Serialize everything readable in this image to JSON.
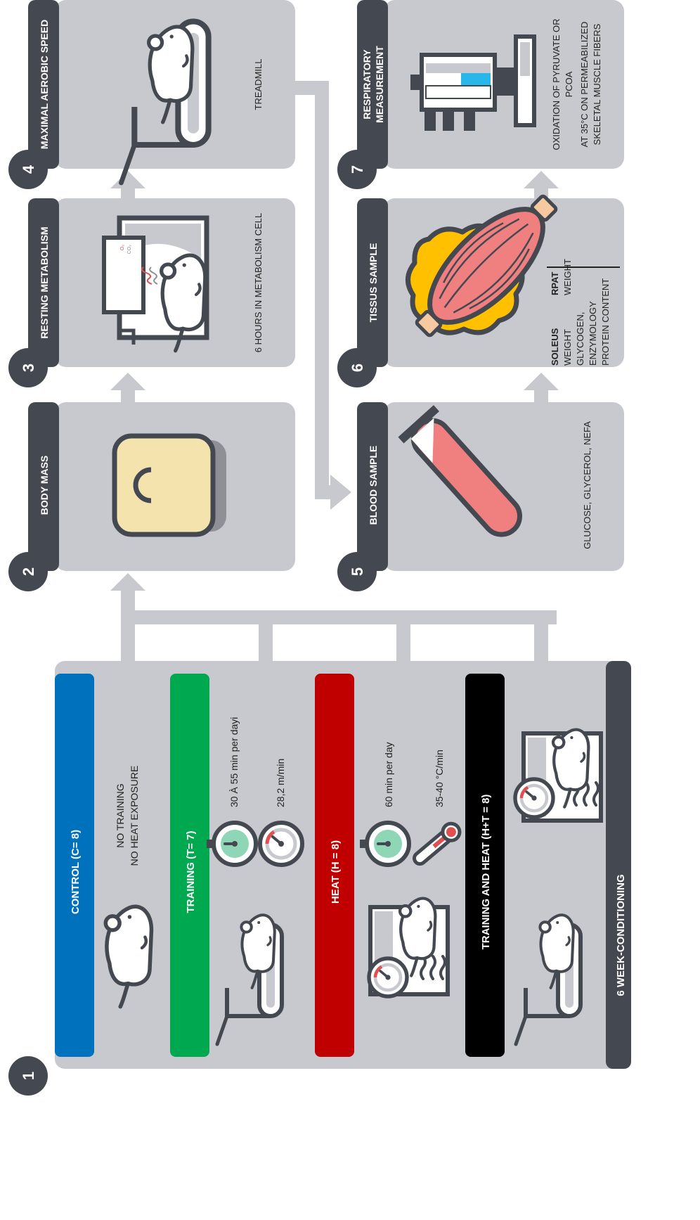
{
  "steps": {
    "s1": {
      "number": "1",
      "title": "6 WEEK-CONDITIONING"
    },
    "s2": {
      "number": "2",
      "title": "BODY MASS"
    },
    "s3": {
      "number": "3",
      "title": "RESTING METABOLISM",
      "caption": "6 HOURS IN METABOLISM CELL",
      "o2": "O₂",
      "co2": "CO₂"
    },
    "s4": {
      "number": "4",
      "title": "MAXIMAL AEROBIC SPEED",
      "caption": "TREADMILL"
    },
    "s5": {
      "number": "5",
      "title": "BLOOD SAMPLE",
      "caption": "GLUCOSE, GLYCEROL, NEFA"
    },
    "s6": {
      "number": "6",
      "title": "TISSUS SAMPLE",
      "soleus_title": "SOLEUS",
      "soleus_lines": [
        "WEIGHT",
        "GLYCOGEN,",
        "ENZYMOLOGY",
        "PROTEIN CONTENT"
      ],
      "rpat_title": "RPAT",
      "rpat_lines": [
        "WEIGHT"
      ]
    },
    "s7": {
      "number": "7",
      "title_lines": [
        "RESPIRATORY",
        "MEASUREMENT"
      ],
      "caption_lines": [
        "OXIDATION OF PYRUVATE OR",
        "PCOA",
        "AT 35°C ON PERMEABILIZED",
        "SKELETAL MUSCLE FIBERS"
      ]
    }
  },
  "groups": {
    "control": {
      "label": "CONTROL (C= 8)",
      "lines": [
        "NO TRAINING",
        "NO HEAT EXPOSURE"
      ],
      "color": "#0071BC"
    },
    "training": {
      "label": "TRAINING (T= 7)",
      "line1": "30 À 55 min per dayi",
      "line2": "28,2 m/min",
      "color": "#00A94F"
    },
    "heat": {
      "label": "HEAT (H = 8)",
      "line1": "60 min per day",
      "line2": "35-40 °C/min",
      "color": "#C00000"
    },
    "both": {
      "label": "TRAINING AND HEAT (H+T = 8)",
      "color": "#000000"
    }
  },
  "colors": {
    "panel": "#C8C9CE",
    "dark": "#444850",
    "arrow": "#C8C9CE",
    "scale": "#F5E3AE",
    "tube": "#F08080",
    "fat": "#FFC000",
    "muscle": "#F08080",
    "cyan": "#29B6E8"
  }
}
